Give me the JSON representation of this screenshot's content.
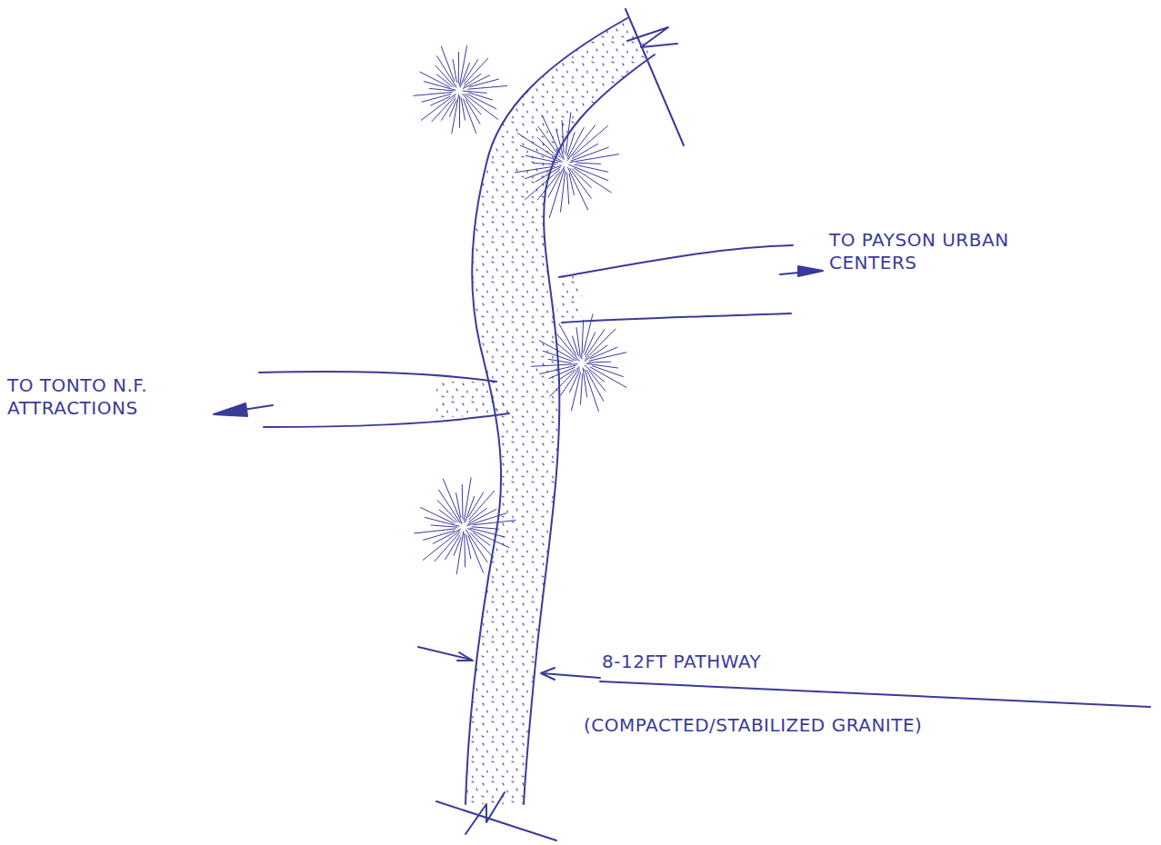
{
  "diagram": {
    "labels": [
      "TO PAYSON URBAN CENTERS",
      "TO TONTO N.F. ATTRACTIONS",
      "8-12FT PATHWAY",
      "(COMPACTED/STABILIZED GRANITE)"
    ]
  }
}
